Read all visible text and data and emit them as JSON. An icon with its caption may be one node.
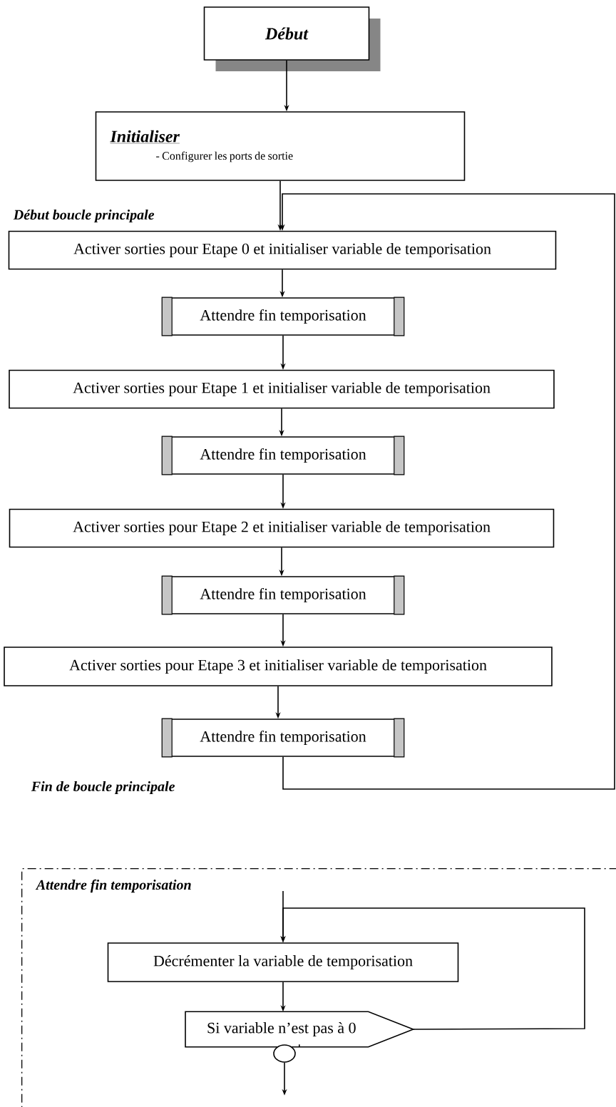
{
  "diagram": {
    "nodes": [
      {
        "text": [
          "Début"
        ]
      },
      {
        "text": [
          "Initialiser",
          "- Configurer les ports de sortie"
        ]
      },
      {
        "text": [
          "Activer sorties pour Etape 0 et initialiser variable de temporisation"
        ]
      },
      {
        "text": [
          "Attendre fin temporisation"
        ]
      },
      {
        "text": [
          "Activer sorties pour Etape 1 et initialiser variable de temporisation"
        ]
      },
      {
        "text": [
          "Attendre fin temporisation"
        ]
      },
      {
        "text": [
          "Activer sorties pour Etape 2 et initialiser variable de temporisation"
        ]
      },
      {
        "text": [
          "Attendre fin temporisation"
        ]
      },
      {
        "text": [
          "Activer sorties pour Etape 3 et initialiser variable de temporisation"
        ]
      },
      {
        "text": [
          "Attendre fin temporisation"
        ]
      },
      {
        "text": [
          "Attendre fin temporisation"
        ]
      },
      {
        "text": [
          "Décrémenter la variable de temporisation"
        ],
        "in": 10
      },
      {
        "text": [
          "Si variable n’est pas à  0"
        ],
        "in": 10
      },
      {
        "text": [],
        "shape": "circle",
        "in": 10
      }
    ],
    "edges": [
      {
        "from": 0,
        "to": 1,
        "arrow": "to"
      },
      {
        "from": 1,
        "to": 2,
        "arrow": "to"
      },
      {
        "from": 2,
        "to": 3,
        "arrow": "to"
      },
      {
        "from": 3,
        "to": 4,
        "arrow": "to"
      },
      {
        "from": 4,
        "to": 5,
        "arrow": "to"
      },
      {
        "from": 5,
        "to": 6,
        "arrow": "to"
      },
      {
        "from": 6,
        "to": 7,
        "arrow": "to"
      },
      {
        "from": 7,
        "to": 8,
        "arrow": "to"
      },
      {
        "from": 8,
        "to": 9,
        "arrow": "to"
      },
      {
        "from": 9,
        "to": 2,
        "arrow": "to"
      },
      {
        "from": null,
        "to": 11,
        "arrow": "to"
      },
      {
        "from": 11,
        "to": 12,
        "arrow": "to"
      },
      {
        "from": 12,
        "to": 11,
        "arrow": "to"
      },
      {
        "from": 12,
        "to": 13,
        "arrow": "none"
      },
      {
        "from": 13,
        "to": null,
        "arrow": "to"
      }
    ],
    "labels": [
      "Début boucle principale",
      "Fin de boucle principale"
    ]
  }
}
